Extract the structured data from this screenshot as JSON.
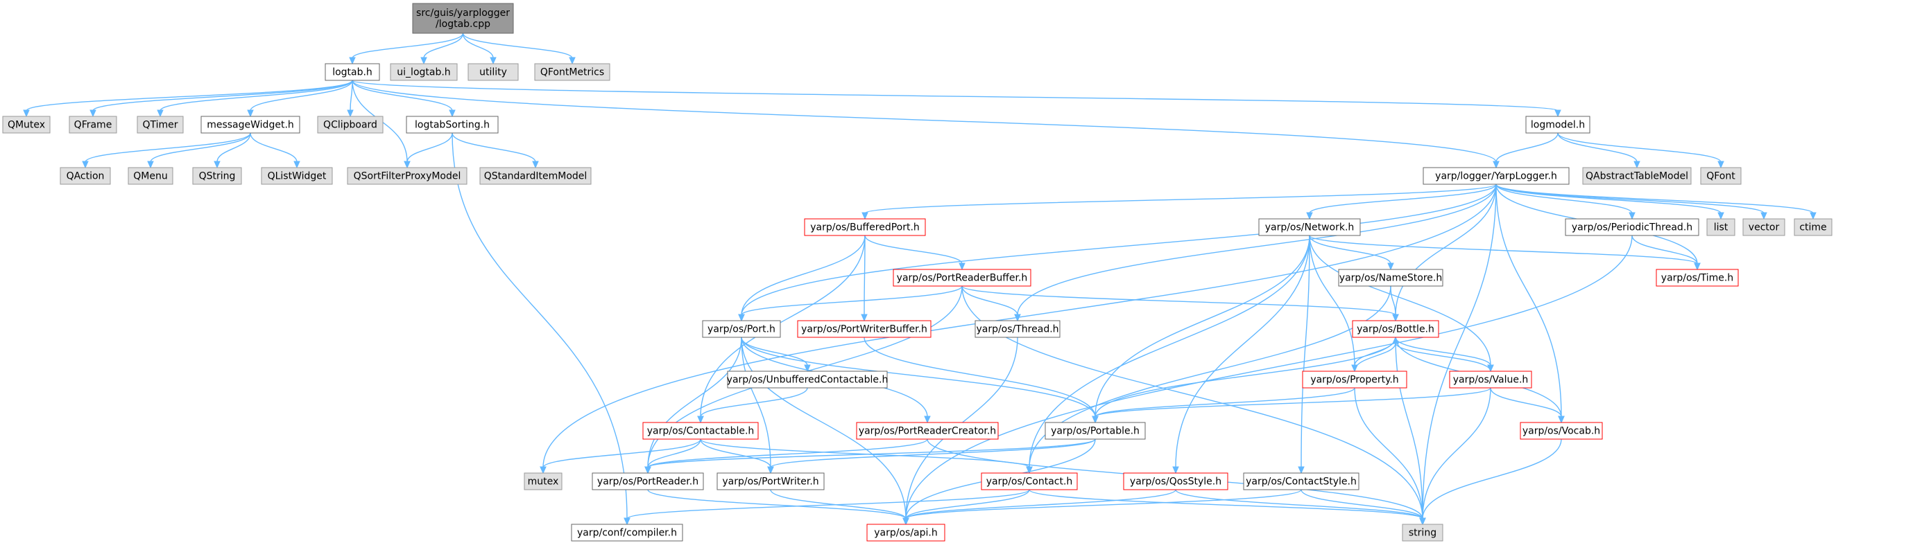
{
  "colors": {
    "edge": "#63b8ff",
    "root_fill": "#999999",
    "root_border": "#666666",
    "internal_fill": "#ffffff",
    "internal_border": "#666666",
    "external_fill": "#e0e0e0",
    "external_border": "#999999",
    "truncated_fill": "#ffffff",
    "truncated_border": "#ff0000"
  },
  "nodes": [
    {
      "id": "logtab_cpp",
      "lines": [
        "src/guis/yarplogger",
        "/logtab.cpp"
      ],
      "kind": "root"
    },
    {
      "id": "logtab_h",
      "lines": [
        "logtab.h"
      ],
      "kind": "internal"
    },
    {
      "id": "ui_logtab_h",
      "lines": [
        "ui_logtab.h"
      ],
      "kind": "external"
    },
    {
      "id": "utility",
      "lines": [
        "utility"
      ],
      "kind": "external"
    },
    {
      "id": "QFontMetrics",
      "lines": [
        "QFontMetrics"
      ],
      "kind": "external"
    },
    {
      "id": "QMutex",
      "lines": [
        "QMutex"
      ],
      "kind": "external"
    },
    {
      "id": "QFrame",
      "lines": [
        "QFrame"
      ],
      "kind": "external"
    },
    {
      "id": "QTimer",
      "lines": [
        "QTimer"
      ],
      "kind": "external"
    },
    {
      "id": "messageWidget_h",
      "lines": [
        "messageWidget.h"
      ],
      "kind": "internal"
    },
    {
      "id": "QClipboard",
      "lines": [
        "QClipboard"
      ],
      "kind": "external"
    },
    {
      "id": "logtabSorting_h",
      "lines": [
        "logtabSorting.h"
      ],
      "kind": "internal"
    },
    {
      "id": "logmodel_h",
      "lines": [
        "logmodel.h"
      ],
      "kind": "internal"
    },
    {
      "id": "QAction",
      "lines": [
        "QAction"
      ],
      "kind": "external"
    },
    {
      "id": "QMenu",
      "lines": [
        "QMenu"
      ],
      "kind": "external"
    },
    {
      "id": "QString",
      "lines": [
        "QString"
      ],
      "kind": "external"
    },
    {
      "id": "QListWidget",
      "lines": [
        "QListWidget"
      ],
      "kind": "external"
    },
    {
      "id": "QSortFilterProxyModel",
      "lines": [
        "QSortFilterProxyModel"
      ],
      "kind": "external"
    },
    {
      "id": "QStandardItemModel",
      "lines": [
        "QStandardItemModel"
      ],
      "kind": "external"
    },
    {
      "id": "YarpLogger_h",
      "lines": [
        "yarp/logger/YarpLogger.h"
      ],
      "kind": "internal"
    },
    {
      "id": "QAbstractTableModel",
      "lines": [
        "QAbstractTableModel"
      ],
      "kind": "external"
    },
    {
      "id": "QFont",
      "lines": [
        "QFont"
      ],
      "kind": "external"
    },
    {
      "id": "BufferedPort_h",
      "lines": [
        "yarp/os/BufferedPort.h"
      ],
      "kind": "truncated"
    },
    {
      "id": "Network_h",
      "lines": [
        "yarp/os/Network.h"
      ],
      "kind": "internal"
    },
    {
      "id": "PeriodicThread_h",
      "lines": [
        "yarp/os/PeriodicThread.h"
      ],
      "kind": "internal"
    },
    {
      "id": "list",
      "lines": [
        "list"
      ],
      "kind": "external"
    },
    {
      "id": "vector",
      "lines": [
        "vector"
      ],
      "kind": "external"
    },
    {
      "id": "ctime",
      "lines": [
        "ctime"
      ],
      "kind": "external"
    },
    {
      "id": "PortReaderBuffer_h",
      "lines": [
        "yarp/os/PortReaderBuffer.h"
      ],
      "kind": "truncated"
    },
    {
      "id": "NameStore_h",
      "lines": [
        "yarp/os/NameStore.h"
      ],
      "kind": "internal"
    },
    {
      "id": "Time_h",
      "lines": [
        "yarp/os/Time.h"
      ],
      "kind": "truncated"
    },
    {
      "id": "Port_h",
      "lines": [
        "yarp/os/Port.h"
      ],
      "kind": "internal"
    },
    {
      "id": "PortWriterBuffer_h",
      "lines": [
        "yarp/os/PortWriterBuffer.h"
      ],
      "kind": "truncated"
    },
    {
      "id": "Thread_h",
      "lines": [
        "yarp/os/Thread.h"
      ],
      "kind": "internal"
    },
    {
      "id": "Bottle_h",
      "lines": [
        "yarp/os/Bottle.h"
      ],
      "kind": "truncated"
    },
    {
      "id": "UnbufferedContactable_h",
      "lines": [
        "yarp/os/UnbufferedContactable.h"
      ],
      "kind": "internal"
    },
    {
      "id": "Property_h",
      "lines": [
        "yarp/os/Property.h"
      ],
      "kind": "truncated"
    },
    {
      "id": "Value_h",
      "lines": [
        "yarp/os/Value.h"
      ],
      "kind": "truncated"
    },
    {
      "id": "Contactable_h",
      "lines": [
        "yarp/os/Contactable.h"
      ],
      "kind": "truncated"
    },
    {
      "id": "PortReaderCreator_h",
      "lines": [
        "yarp/os/PortReaderCreator.h"
      ],
      "kind": "truncated"
    },
    {
      "id": "Portable_h",
      "lines": [
        "yarp/os/Portable.h"
      ],
      "kind": "internal"
    },
    {
      "id": "Vocab_h",
      "lines": [
        "yarp/os/Vocab.h"
      ],
      "kind": "truncated"
    },
    {
      "id": "mutex",
      "lines": [
        "mutex"
      ],
      "kind": "external"
    },
    {
      "id": "PortReader_h",
      "lines": [
        "yarp/os/PortReader.h"
      ],
      "kind": "internal"
    },
    {
      "id": "PortWriter_h",
      "lines": [
        "yarp/os/PortWriter.h"
      ],
      "kind": "internal"
    },
    {
      "id": "Contact_h",
      "lines": [
        "yarp/os/Contact.h"
      ],
      "kind": "truncated"
    },
    {
      "id": "QosStyle_h",
      "lines": [
        "yarp/os/QosStyle.h"
      ],
      "kind": "truncated"
    },
    {
      "id": "ContactStyle_h",
      "lines": [
        "yarp/os/ContactStyle.h"
      ],
      "kind": "internal"
    },
    {
      "id": "string",
      "lines": [
        "string"
      ],
      "kind": "external"
    },
    {
      "id": "compiler_h",
      "lines": [
        "yarp/conf/compiler.h"
      ],
      "kind": "internal"
    },
    {
      "id": "api_h",
      "lines": [
        "yarp/os/api.h"
      ],
      "kind": "truncated"
    }
  ],
  "edges": [
    [
      "logtab_cpp",
      "logtab_h"
    ],
    [
      "logtab_cpp",
      "ui_logtab_h"
    ],
    [
      "logtab_cpp",
      "utility"
    ],
    [
      "logtab_cpp",
      "QFontMetrics"
    ],
    [
      "logtab_h",
      "QMutex"
    ],
    [
      "logtab_h",
      "QFrame"
    ],
    [
      "logtab_h",
      "QTimer"
    ],
    [
      "logtab_h",
      "messageWidget_h"
    ],
    [
      "logtab_h",
      "QClipboard"
    ],
    [
      "logtab_h",
      "QSortFilterProxyModel"
    ],
    [
      "logtab_h",
      "logtabSorting_h"
    ],
    [
      "logtab_h",
      "YarpLogger_h"
    ],
    [
      "logtab_h",
      "logmodel_h"
    ],
    [
      "messageWidget_h",
      "QAction"
    ],
    [
      "messageWidget_h",
      "QMenu"
    ],
    [
      "messageWidget_h",
      "QString"
    ],
    [
      "messageWidget_h",
      "QListWidget"
    ],
    [
      "logtabSorting_h",
      "QSortFilterProxyModel"
    ],
    [
      "logtabSorting_h",
      "QStandardItemModel"
    ],
    [
      "logtabSorting_h",
      "compiler_h"
    ],
    [
      "logmodel_h",
      "YarpLogger_h"
    ],
    [
      "logmodel_h",
      "QAbstractTableModel"
    ],
    [
      "logmodel_h",
      "QFont"
    ],
    [
      "YarpLogger_h",
      "mutex"
    ],
    [
      "YarpLogger_h",
      "BufferedPort_h"
    ],
    [
      "YarpLogger_h",
      "Port_h"
    ],
    [
      "YarpLogger_h",
      "Thread_h"
    ],
    [
      "YarpLogger_h",
      "Network_h"
    ],
    [
      "YarpLogger_h",
      "Bottle_h"
    ],
    [
      "YarpLogger_h",
      "PeriodicThread_h"
    ],
    [
      "YarpLogger_h",
      "Time_h"
    ],
    [
      "YarpLogger_h",
      "Vocab_h"
    ],
    [
      "YarpLogger_h",
      "list"
    ],
    [
      "YarpLogger_h",
      "vector"
    ],
    [
      "YarpLogger_h",
      "ctime"
    ],
    [
      "YarpLogger_h",
      "string"
    ],
    [
      "BufferedPort_h",
      "PortReaderBuffer_h"
    ],
    [
      "BufferedPort_h",
      "PortWriterBuffer_h"
    ],
    [
      "BufferedPort_h",
      "Port_h"
    ],
    [
      "BufferedPort_h",
      "Contactable_h"
    ],
    [
      "PortReaderBuffer_h",
      "Port_h"
    ],
    [
      "PortReaderBuffer_h",
      "Thread_h"
    ],
    [
      "PortReaderBuffer_h",
      "Bottle_h"
    ],
    [
      "PortReaderBuffer_h",
      "PortReader_h"
    ],
    [
      "PortReaderBuffer_h",
      "string"
    ],
    [
      "Network_h",
      "NameStore_h"
    ],
    [
      "Network_h",
      "Time_h"
    ],
    [
      "Network_h",
      "Property_h"
    ],
    [
      "Network_h",
      "Value_h"
    ],
    [
      "Network_h",
      "Portable_h"
    ],
    [
      "Network_h",
      "Contact_h"
    ],
    [
      "Network_h",
      "QosStyle_h"
    ],
    [
      "Network_h",
      "ContactStyle_h"
    ],
    [
      "PeriodicThread_h",
      "Time_h"
    ],
    [
      "PeriodicThread_h",
      "api_h"
    ],
    [
      "NameStore_h",
      "Bottle_h"
    ],
    [
      "NameStore_h",
      "Contact_h"
    ],
    [
      "Port_h",
      "UnbufferedContactable_h"
    ],
    [
      "Port_h",
      "PortReaderCreator_h"
    ],
    [
      "Port_h",
      "Portable_h"
    ],
    [
      "Port_h",
      "PortReader_h"
    ],
    [
      "Port_h",
      "PortWriter_h"
    ],
    [
      "Port_h",
      "api_h"
    ],
    [
      "PortWriterBuffer_h",
      "Portable_h"
    ],
    [
      "Thread_h",
      "api_h"
    ],
    [
      "Bottle_h",
      "Property_h"
    ],
    [
      "Bottle_h",
      "Value_h"
    ],
    [
      "Bottle_h",
      "Portable_h"
    ],
    [
      "Bottle_h",
      "Vocab_h"
    ],
    [
      "Bottle_h",
      "string"
    ],
    [
      "Property_h",
      "Bottle_h"
    ],
    [
      "Property_h",
      "Portable_h"
    ],
    [
      "Property_h",
      "string"
    ],
    [
      "Value_h",
      "Bottle_h"
    ],
    [
      "Value_h",
      "Portable_h"
    ],
    [
      "Value_h",
      "Vocab_h"
    ],
    [
      "Value_h",
      "string"
    ],
    [
      "UnbufferedContactable_h",
      "Contactable_h"
    ],
    [
      "Contactable_h",
      "mutex"
    ],
    [
      "Contactable_h",
      "PortReader_h"
    ],
    [
      "Contactable_h",
      "PortWriter_h"
    ],
    [
      "Contactable_h",
      "Contact_h"
    ],
    [
      "PortReaderCreator_h",
      "PortReader_h"
    ],
    [
      "PortReaderCreator_h",
      "string"
    ],
    [
      "Portable_h",
      "PortReader_h"
    ],
    [
      "Portable_h",
      "PortWriter_h"
    ],
    [
      "Portable_h",
      "api_h"
    ],
    [
      "Vocab_h",
      "string"
    ],
    [
      "PortReader_h",
      "api_h"
    ],
    [
      "PortWriter_h",
      "api_h"
    ],
    [
      "Contact_h",
      "compiler_h"
    ],
    [
      "Contact_h",
      "api_h"
    ],
    [
      "Contact_h",
      "string"
    ],
    [
      "QosStyle_h",
      "api_h"
    ],
    [
      "QosStyle_h",
      "string"
    ],
    [
      "ContactStyle_h",
      "api_h"
    ],
    [
      "ContactStyle_h",
      "string"
    ]
  ]
}
